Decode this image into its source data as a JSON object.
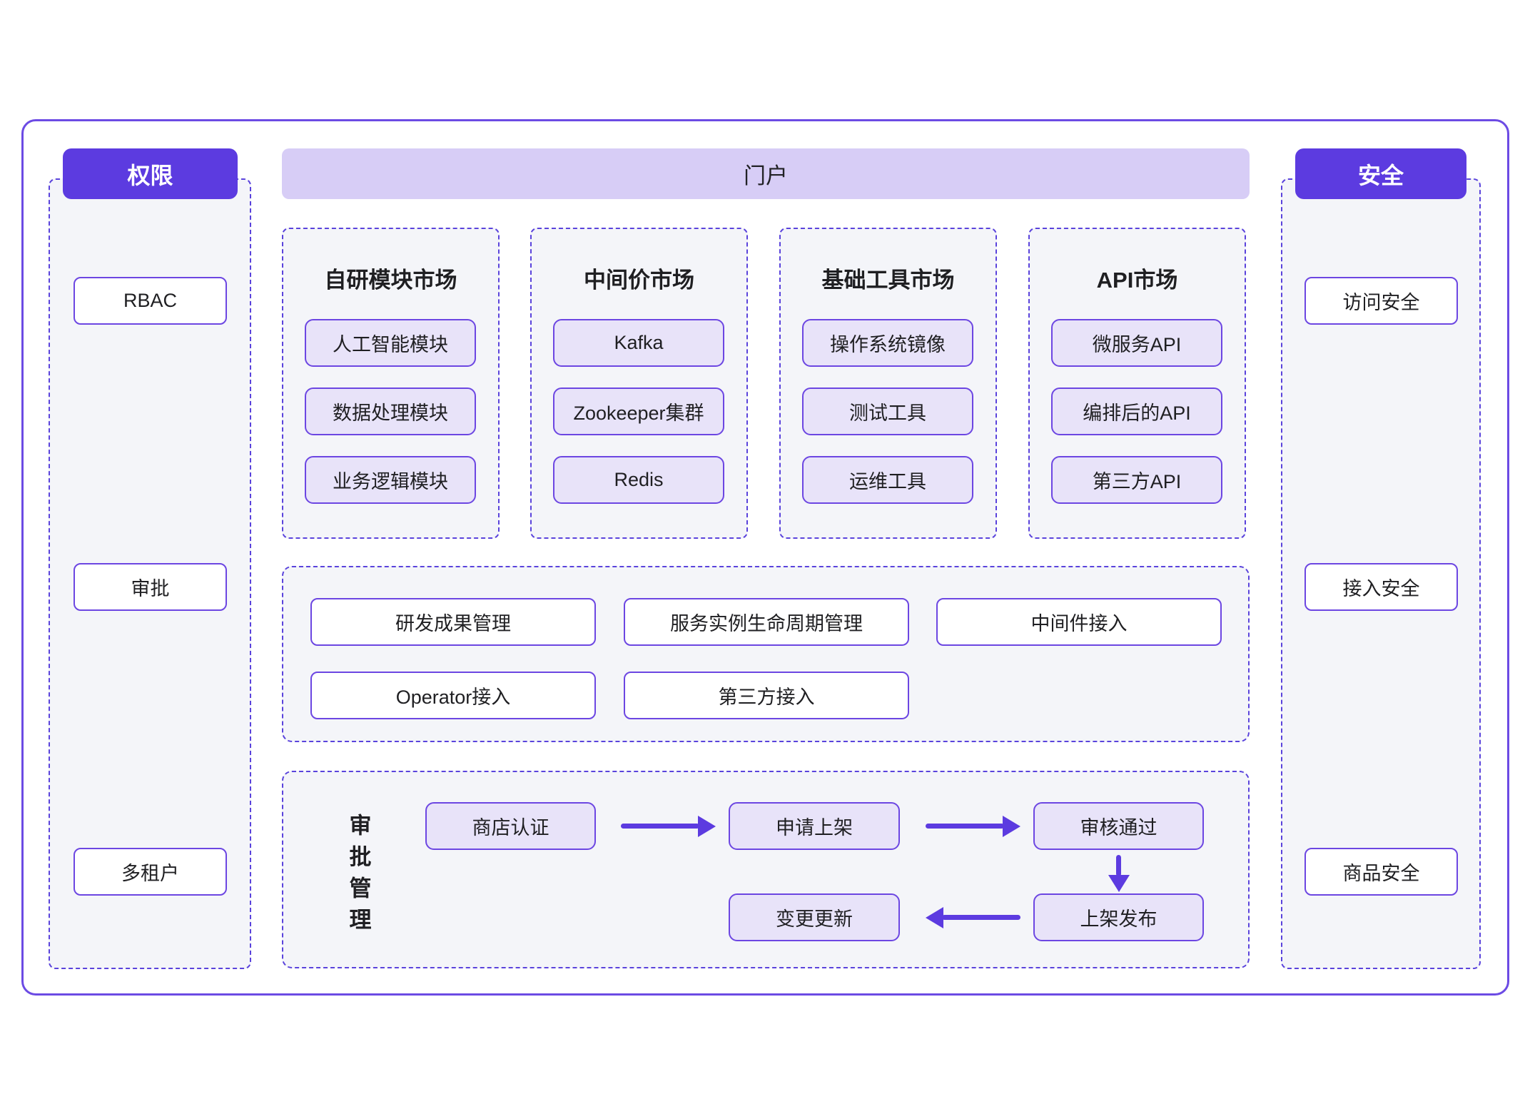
{
  "palette": {
    "accent": "#5C3BE0",
    "outer_border": "#6C4BE4",
    "portal_bar_bg": "#D7CDF6",
    "chip_bg": "#E8E3F9",
    "chip_border": "#6C46E2",
    "dashed_border": "#5A43DC",
    "panel_bg": "#F4F5F9",
    "text": "#1F1F22"
  },
  "permissions_panel": {
    "title": "权限",
    "items": [
      "RBAC",
      "审批",
      "多租户"
    ]
  },
  "portal": {
    "title": "门户"
  },
  "markets": [
    {
      "title": "自研模块市场",
      "items": [
        "人工智能模块",
        "数据处理模块",
        "业务逻辑模块"
      ]
    },
    {
      "title": "中间价市场",
      "items": [
        "Kafka",
        "Zookeeper集群",
        "Redis"
      ]
    },
    {
      "title": "基础工具市场",
      "items": [
        "操作系统镜像",
        "测试工具",
        "运维工具"
      ]
    },
    {
      "title": "API市场",
      "items": [
        "微服务API",
        "编排后的API",
        "第三方API"
      ]
    }
  ],
  "management": {
    "row1": [
      "研发成果管理",
      "服务实例生命周期管理",
      "中间件接入"
    ],
    "row2": [
      "Operator接入",
      "第三方接入"
    ]
  },
  "approval_flow": {
    "label": "审批管理",
    "steps": [
      "商店认证",
      "申请上架",
      "审核通过",
      "上架发布",
      "变更更新"
    ]
  },
  "security_panel": {
    "title": "安全",
    "items": [
      "访问安全",
      "接入安全",
      "商品安全"
    ]
  }
}
